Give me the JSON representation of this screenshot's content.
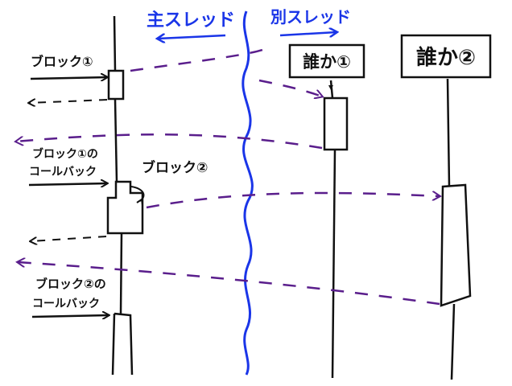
{
  "colors": {
    "ink": "#111111",
    "purple": "#5a1e8c",
    "blue": "#1a35e8",
    "background": "#ffffff"
  },
  "headings": {
    "main_thread": "主スレッド",
    "other_thread": "別スレッド"
  },
  "participants": {
    "someone1": "誰か①",
    "someone2": "誰か②"
  },
  "messages": {
    "block1": "ブロック①",
    "block1_callback_line1": "ブロック①の",
    "block1_callback_line2": "コールバック",
    "block2": "ブロック②",
    "block2_callback_line1": "ブロック②の",
    "block2_callback_line2": "コールバック"
  }
}
